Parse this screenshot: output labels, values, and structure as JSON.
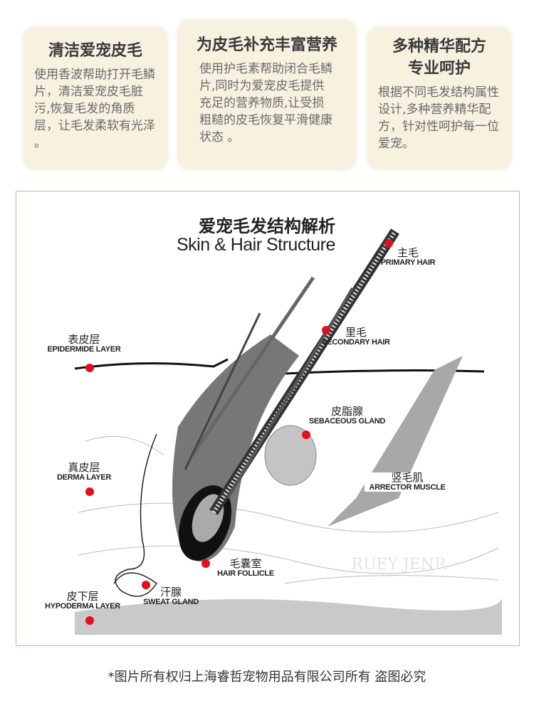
{
  "cards": [
    {
      "title": "清洁爱宠皮毛",
      "body": "使用香波帮助打开毛鳞片，清洁爱宠皮毛脏污,恢复毛发的角质层，让毛发柔软有光泽 。"
    },
    {
      "title": "为皮毛补充丰富营养",
      "body": "使用护毛素帮助闭合毛鳞片,同时为爱宠皮毛提供充足的营养物质,让受损粗糙的皮毛恢复平滑健康状态 。"
    },
    {
      "title": "多种精华配方专业呵护",
      "body": "根据不同毛发结构属性设计,多种营养精华配方，针对性呵护每一位爱宠。"
    }
  ],
  "diagram": {
    "title": "爱宠毛发结构解析",
    "subtitle": "Skin & Hair Structure",
    "watermark": "RUEY JENR",
    "labels": [
      {
        "cn": "主毛",
        "en": "PRIMARY HAIR"
      },
      {
        "cn": "里毛",
        "en": "SECONDARY HAIR"
      },
      {
        "cn": "表皮层",
        "en": "EPIDERMIDE LAYER"
      },
      {
        "cn": "皮脂腺",
        "en": "SEBACEOUS GLAND"
      },
      {
        "cn": "真皮层",
        "en": "DERMA LAYER"
      },
      {
        "cn": "竖毛肌",
        "en": "ARRECTOR MUSCLE"
      },
      {
        "cn": "毛囊室",
        "en": "HAIR FOLLICLE"
      },
      {
        "cn": "汗腺",
        "en": "SWEAT GLAND"
      },
      {
        "cn": "皮下层",
        "en": "HYPODERMA LAYER"
      }
    ],
    "marker_color": "#e0101e"
  },
  "footer": "*图片所有权归上海睿哲宠物用品有限公司所有 盗图必究"
}
